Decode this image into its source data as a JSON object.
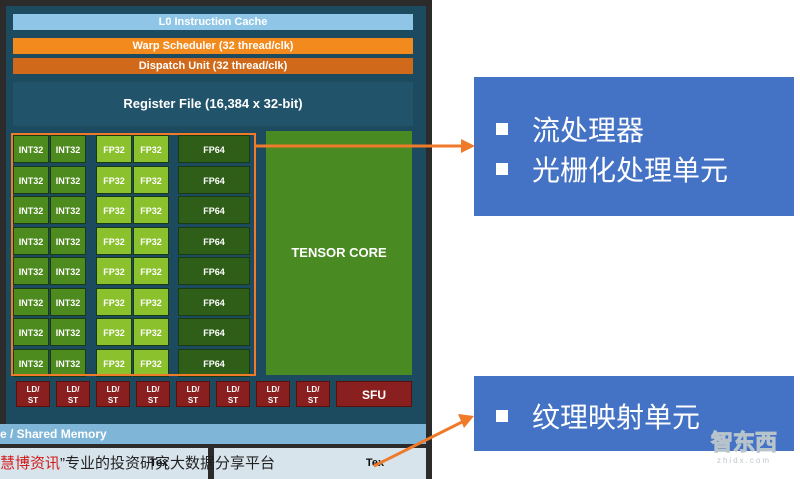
{
  "sm": {
    "l0": "L0 Instruction Cache",
    "warp": "Warp Scheduler (32 thread/clk)",
    "dispatch": "Dispatch Unit (32 thread/clk)",
    "register": "Register File (16,384 x 32-bit)",
    "int_label": "INT32",
    "fp32_label": "FP32",
    "fp64_label": "FP64",
    "tensor": "TENSOR CORE",
    "ldst_line1": "LD/",
    "ldst_line2": "ST",
    "sfu": "SFU",
    "shared_memory": "e / Shared Memory",
    "tex": "Tex",
    "rows": 8
  },
  "watermark": {
    "red": "慧博资讯",
    "rest": "”专业的投资研究大数据分享平台"
  },
  "callout1": {
    "items": [
      "流处理器",
      "光栅化处理单元"
    ]
  },
  "callout2": {
    "items": [
      "纹理映射单元"
    ]
  },
  "logo": {
    "main": "智东西",
    "sub": "zhidx.com"
  },
  "colors": {
    "accent_orange": "#ef7a2a",
    "callout_blue": "#4472c4"
  }
}
